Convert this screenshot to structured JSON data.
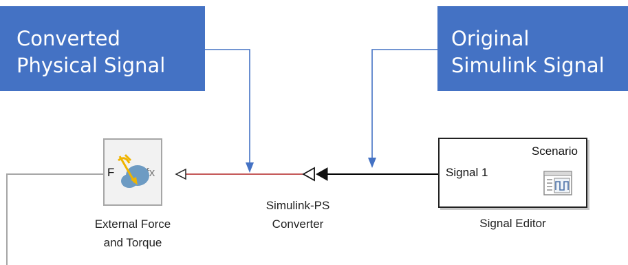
{
  "callouts": {
    "left": {
      "line1": "Converted",
      "line2": "Physical Signal"
    },
    "right": {
      "line1": "Original",
      "line2": "Simulink Signal"
    }
  },
  "blocks": {
    "external_force": {
      "label_line1": "External Force",
      "label_line2": "and Torque",
      "port_in": "F",
      "port_out": "fx",
      "icon": "force-torque-icon"
    },
    "converter": {
      "label_line1": "Simulink-PS",
      "label_line2": "Converter",
      "icon": "converter-arrows-icon"
    },
    "signal_editor": {
      "title": "Scenario",
      "port_label": "Signal 1",
      "caption": "Signal Editor",
      "icon": "signal-editor-icon"
    }
  },
  "colors": {
    "callout_bg": "#4472c4",
    "callout_arrow": "#4472c4",
    "physical_wire": "#b22222",
    "signal_wire": "#000000",
    "connection_line": "#a6a6a6",
    "force_icon_body": "#6d9bc3",
    "force_icon_arrow": "#f0b400"
  }
}
